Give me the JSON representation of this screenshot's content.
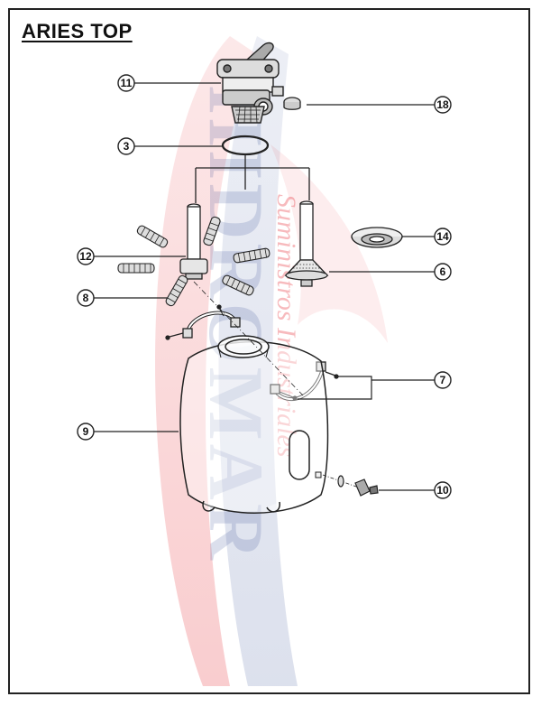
{
  "title": "ARIES TOP",
  "watermark": {
    "brand": "HIDROMAR",
    "tagline": "Suministros Industriales",
    "colors": {
      "red": "#e31b23",
      "blue": "#1e3a8a"
    }
  },
  "callouts": [
    {
      "id": "11",
      "label": "11"
    },
    {
      "id": "18",
      "label": "18"
    },
    {
      "id": "3",
      "label": "3"
    },
    {
      "id": "14",
      "label": "14"
    },
    {
      "id": "12",
      "label": "12"
    },
    {
      "id": "6",
      "label": "6"
    },
    {
      "id": "8",
      "label": "8"
    },
    {
      "id": "7",
      "label": "7"
    },
    {
      "id": "9",
      "label": "9"
    },
    {
      "id": "10",
      "label": "10"
    }
  ]
}
